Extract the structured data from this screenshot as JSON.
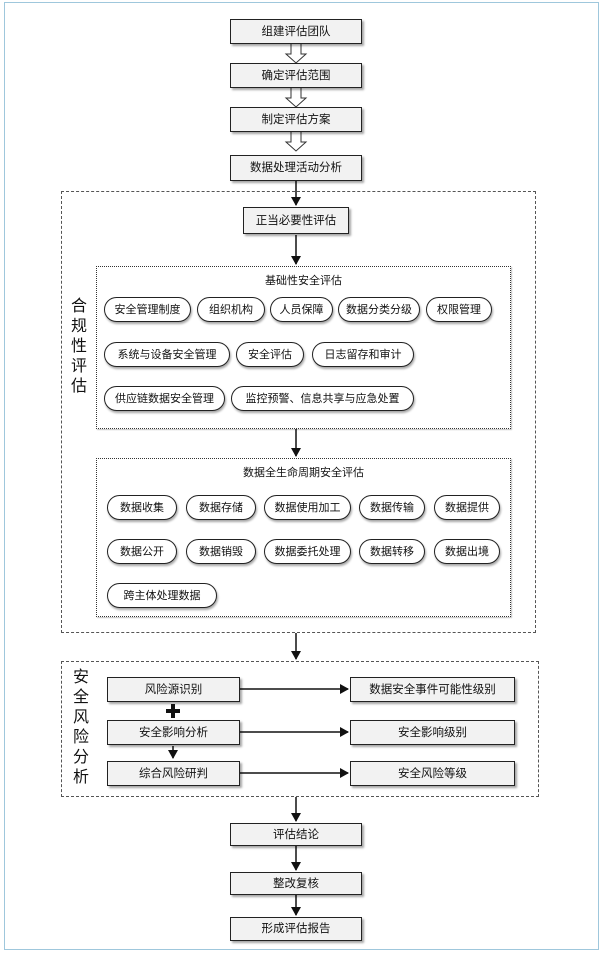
{
  "top_steps": [
    "组建评估团队",
    "确定评估范围",
    "制定评估方案",
    "数据处理活动分析"
  ],
  "compliance": {
    "label": "合规性评估",
    "legitimacy": "正当必要性评估",
    "basic": {
      "title": "基础性安全评估",
      "rows": [
        [
          "安全管理制度",
          "组织机构",
          "人员保障",
          "数据分类分级",
          "权限管理"
        ],
        [
          "系统与设备安全管理",
          "安全评估",
          "日志留存和审计"
        ],
        [
          "供应链数据安全管理",
          "监控预警、信息共享与应急处置"
        ]
      ]
    },
    "lifecycle": {
      "title": "数据全生命周期安全评估",
      "rows": [
        [
          "数据收集",
          "数据存储",
          "数据使用加工",
          "数据传输",
          "数据提供"
        ],
        [
          "数据公开",
          "数据销毁",
          "数据委托处理",
          "数据转移",
          "数据出境"
        ],
        [
          "跨主体处理数据"
        ]
      ]
    }
  },
  "risk": {
    "label": "安全风险分析",
    "left": [
      "风险源识别",
      "安全影响分析",
      "综合风险研判"
    ],
    "right": [
      "数据安全事件可能性级别",
      "安全影响级别",
      "安全风险等级"
    ]
  },
  "bottom_steps": [
    "评估结论",
    "整改复核",
    "形成评估报告"
  ]
}
